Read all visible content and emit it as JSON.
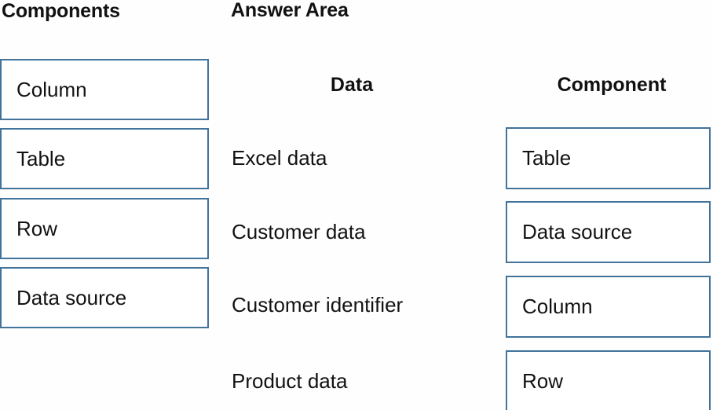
{
  "headers": {
    "components": "Components",
    "answer_area": "Answer Area"
  },
  "answer_area": {
    "column_headers": {
      "data": "Data",
      "component": "Component"
    }
  },
  "components_panel": {
    "tiles": [
      {
        "label": "Column"
      },
      {
        "label": "Table"
      },
      {
        "label": "Row"
      },
      {
        "label": "Data source"
      }
    ]
  },
  "answer_rows": [
    {
      "data": "Excel data",
      "component": "Table"
    },
    {
      "data": "Customer data",
      "component": "Data source"
    },
    {
      "data": "Customer identifier",
      "component": "Column"
    },
    {
      "data": "Product data",
      "component": "Row"
    }
  ],
  "colors": {
    "tile_border": "#41739b",
    "tile_background": "#ffffff",
    "page_background": "#fefefe",
    "text": "#121212"
  }
}
